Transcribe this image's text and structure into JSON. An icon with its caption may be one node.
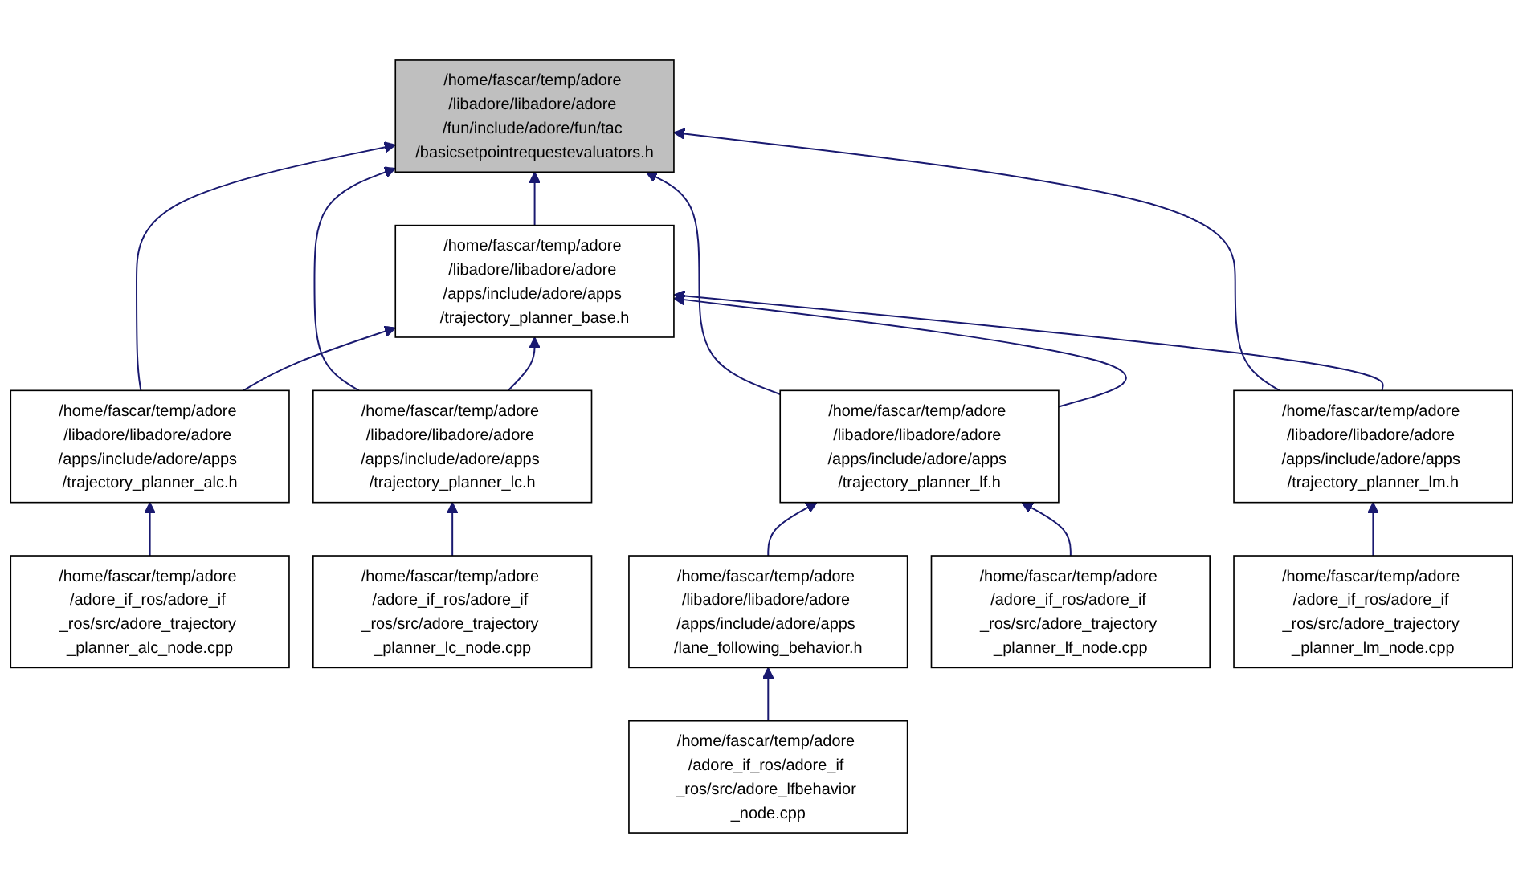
{
  "diagram": {
    "nodes": [
      {
        "text": [
          "/home/fascar/temp/adore /libadore/libadore/adore /fun/include/adore/fun/tac /basicsetpointrequestevaluators.h"
        ]
      },
      {
        "text": [
          "/home/fascar/temp/adore /libadore/libadore/adore /apps/include/adore/apps /trajectory_planner_base.h"
        ]
      },
      {
        "text": [
          "/home/fascar/temp/adore /libadore/libadore/adore /apps/include/adore/apps /trajectory_planner_alc.h"
        ]
      },
      {
        "text": [
          "/home/fascar/temp/adore /libadore/libadore/adore /apps/include/adore/apps /trajectory_planner_lc.h"
        ]
      },
      {
        "text": [
          "/home/fascar/temp/adore /libadore/libadore/adore /apps/include/adore/apps /trajectory_planner_lf.h"
        ]
      },
      {
        "text": [
          "/home/fascar/temp/adore /libadore/libadore/adore /apps/include/adore/apps /trajectory_planner_lm.h"
        ]
      },
      {
        "text": [
          "/home/fascar/temp/adore /adore_if_ros/adore_if _ros/src/adore_trajectory _planner_alc_node.cpp"
        ]
      },
      {
        "text": [
          "/home/fascar/temp/adore /adore_if_ros/adore_if _ros/src/adore_trajectory _planner_lc_node.cpp"
        ]
      },
      {
        "text": [
          "/home/fascar/temp/adore /libadore/libadore/adore /apps/include/adore/apps /lane_following_behavior.h"
        ]
      },
      {
        "text": [
          "/home/fascar/temp/adore /adore_if_ros/adore_if _ros/src/adore_trajectory _planner_lf_node.cpp"
        ]
      },
      {
        "text": [
          "/home/fascar/temp/adore /adore_if_ros/adore_if _ros/src/adore_trajectory _planner_lm_node.cpp"
        ]
      },
      {
        "text": [
          "/home/fascar/temp/adore /adore_if_ros/adore_if _ros/src/adore_lfbehavior _node.cpp"
        ]
      }
    ],
    "edges": [
      {
        "from": 1,
        "to": 0,
        "arrow": "to"
      },
      {
        "from": 2,
        "to": 0,
        "arrow": "to"
      },
      {
        "from": 3,
        "to": 0,
        "arrow": "to"
      },
      {
        "from": 4,
        "to": 0,
        "arrow": "to"
      },
      {
        "from": 5,
        "to": 0,
        "arrow": "to"
      },
      {
        "from": 2,
        "to": 1,
        "arrow": "to"
      },
      {
        "from": 3,
        "to": 1,
        "arrow": "to"
      },
      {
        "from": 4,
        "to": 1,
        "arrow": "to"
      },
      {
        "from": 5,
        "to": 1,
        "arrow": "to"
      },
      {
        "from": 6,
        "to": 2,
        "arrow": "to"
      },
      {
        "from": 7,
        "to": 3,
        "arrow": "to"
      },
      {
        "from": 8,
        "to": 4,
        "arrow": "to"
      },
      {
        "from": 9,
        "to": 4,
        "arrow": "to"
      },
      {
        "from": 10,
        "to": 5,
        "arrow": "to"
      },
      {
        "from": 11,
        "to": 8,
        "arrow": "to"
      }
    ]
  }
}
